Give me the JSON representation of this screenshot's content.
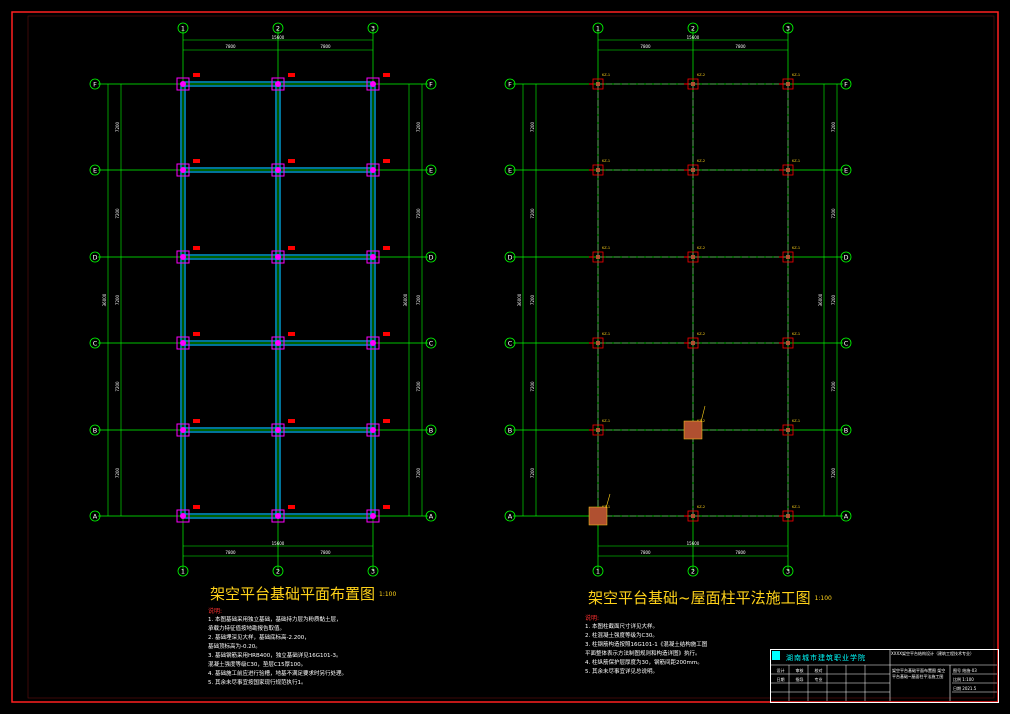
{
  "colors": {
    "frame": "#ff2020",
    "axis": "#00ff00",
    "beam": "#00bfff",
    "gridline": "#a0a0a0",
    "column": "#ff00ff",
    "tag": "#ff0000",
    "text": "#ffffff",
    "title": "#ffd21a",
    "detail": "#b05030"
  },
  "left_plan": {
    "title": "架空平台基础平面布置图",
    "scale": "1:100",
    "col_axes": [
      "1",
      "2",
      "3"
    ],
    "row_axes": [
      "F",
      "E",
      "D",
      "C",
      "B",
      "A"
    ],
    "dims_top": [
      "7800",
      "7800"
    ],
    "total_top": "15600",
    "dims_side": [
      "7200",
      "7200",
      "7200",
      "7200",
      "7200"
    ],
    "total_side": "36000",
    "notes_head": "说明:",
    "notes": [
      "1. 本图基础采用独立基础，基础持力层为粉质黏土层，",
      "    承载力特征值按地勘报告取值。",
      "2. 基础埋深见大样，基础底标高-2.200，",
      "    基础顶标高为-0.20。",
      "3. 基础钢筋采用HRB400，独立基础详见16G101-3。",
      "    混凝土强度等级C30，垫层C15厚100。",
      "4. 基础施工前应进行验槽，地基不满足要求时另行处理。",
      "5. 其余未尽事宜按国家现行规范执行1。"
    ]
  },
  "right_plan": {
    "title": "架空平台基础~屋面柱平法施工图",
    "scale": "1:100",
    "col_axes": [
      "1",
      "2",
      "3"
    ],
    "row_axes": [
      "F",
      "E",
      "D",
      "C",
      "B",
      "A"
    ],
    "dims_top": [
      "7800",
      "7800"
    ],
    "total_top": "15600",
    "dims_side": [
      "7200",
      "7200",
      "7200",
      "7200",
      "7200"
    ],
    "total_side": "36000",
    "column_tags": [
      "KZ-1",
      "KZ-2"
    ],
    "notes_head": "说明:",
    "notes": [
      "1. 本图柱截面尺寸详见大样。",
      "2. 柱混凝土强度等级为C30。",
      "3. 柱钢筋构造按照16G101-1《混凝土结构施工图",
      "    平面整体表示方法制图规则和构造详图》执行。",
      "4. 柱纵筋保护层厚度为30，钢筋间距200mm。",
      "5. 其余未尽事宜详见总说明。"
    ]
  },
  "title_block": {
    "school": "湖南城市建筑职业学院",
    "project": "XXXX架空平台结构设计（建筑工程技术专业）",
    "drawing_name": "架空平台基础平面布置图\n架空平台基础~屋面柱平法施工图",
    "cells": [
      "设计",
      "审核",
      "校对",
      "日期",
      "指导",
      "专业"
    ],
    "meta": [
      "图号 结施-03",
      "比例 1:100",
      "日期 2021.5"
    ]
  }
}
